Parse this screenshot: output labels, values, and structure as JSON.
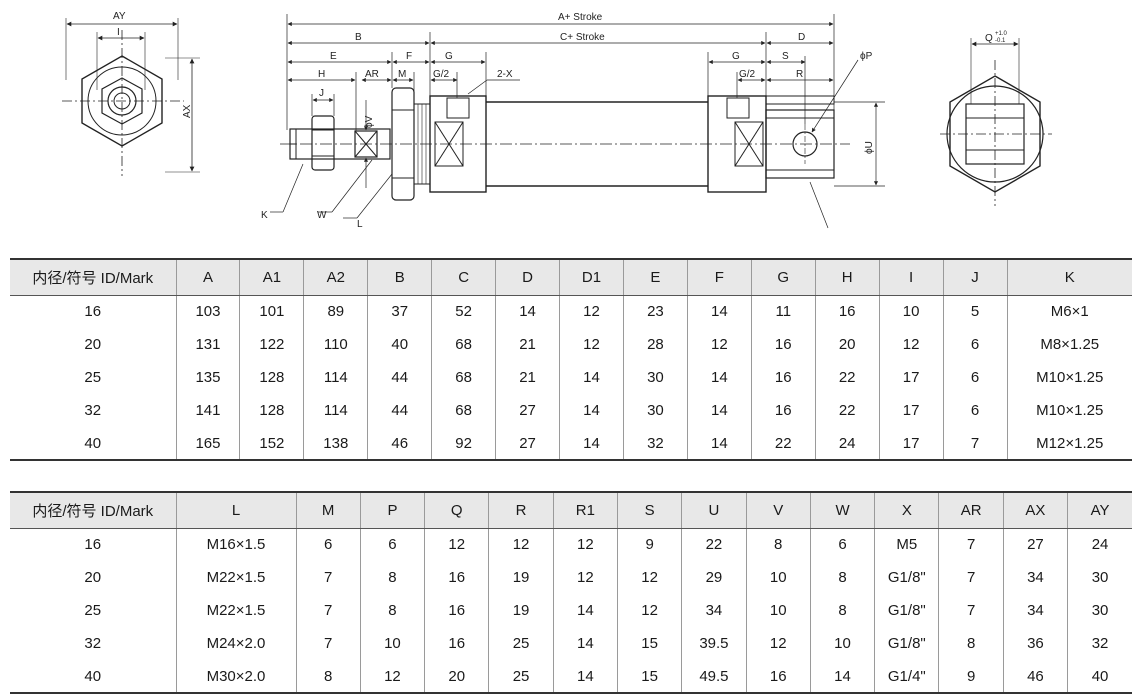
{
  "drawing": {
    "labels": {
      "ay": "AY",
      "i": "I",
      "ax": "AX",
      "a_stroke": "A+ Stroke",
      "c_stroke": "C+ Stroke",
      "b": "B",
      "d": "D",
      "e": "E",
      "f": "F",
      "g": "G",
      "g2": "G/2",
      "two_x": "2-X",
      "h": "H",
      "ar": "AR",
      "m": "M",
      "j": "J",
      "phi_v": "ϕV",
      "s": "S",
      "r": "R",
      "phi_p": "ϕP",
      "phi_u": "ϕU",
      "k": "K",
      "w": "W",
      "l": "L",
      "q": "Q",
      "q_tol_upper": "+1.0",
      "q_tol_lower": "-0.1"
    }
  },
  "table1": {
    "headers": [
      "内径/符号 ID/Mark",
      "A",
      "A1",
      "A2",
      "B",
      "C",
      "D",
      "D1",
      "E",
      "F",
      "G",
      "H",
      "I",
      "J",
      "K"
    ],
    "rows": [
      [
        "16",
        "103",
        "101",
        "89",
        "37",
        "52",
        "14",
        "12",
        "23",
        "14",
        "11",
        "16",
        "10",
        "5",
        "M6×1"
      ],
      [
        "20",
        "131",
        "122",
        "110",
        "40",
        "68",
        "21",
        "12",
        "28",
        "12",
        "16",
        "20",
        "12",
        "6",
        "M8×1.25"
      ],
      [
        "25",
        "135",
        "128",
        "114",
        "44",
        "68",
        "21",
        "14",
        "30",
        "14",
        "16",
        "22",
        "17",
        "6",
        "M10×1.25"
      ],
      [
        "32",
        "141",
        "128",
        "114",
        "44",
        "68",
        "27",
        "14",
        "30",
        "14",
        "16",
        "22",
        "17",
        "6",
        "M10×1.25"
      ],
      [
        "40",
        "165",
        "152",
        "138",
        "46",
        "92",
        "27",
        "14",
        "32",
        "14",
        "22",
        "24",
        "17",
        "7",
        "M12×1.25"
      ]
    ]
  },
  "table2": {
    "headers": [
      "内径/符号 ID/Mark",
      "L",
      "M",
      "P",
      "Q",
      "R",
      "R1",
      "S",
      "U",
      "V",
      "W",
      "X",
      "AR",
      "AX",
      "AY"
    ],
    "rows": [
      [
        "16",
        "M16×1.5",
        "6",
        "6",
        "12",
        "12",
        "12",
        "9",
        "22",
        "8",
        "6",
        "M5",
        "7",
        "27",
        "24"
      ],
      [
        "20",
        "M22×1.5",
        "7",
        "8",
        "16",
        "19",
        "12",
        "12",
        "29",
        "10",
        "8",
        "G1/8\"",
        "7",
        "34",
        "30"
      ],
      [
        "25",
        "M22×1.5",
        "7",
        "8",
        "16",
        "19",
        "14",
        "12",
        "34",
        "10",
        "8",
        "G1/8\"",
        "7",
        "34",
        "30"
      ],
      [
        "32",
        "M24×2.0",
        "7",
        "10",
        "16",
        "25",
        "14",
        "15",
        "39.5",
        "12",
        "10",
        "G1/8\"",
        "8",
        "36",
        "32"
      ],
      [
        "40",
        "M30×2.0",
        "8",
        "12",
        "20",
        "25",
        "14",
        "15",
        "49.5",
        "16",
        "14",
        "G1/4\"",
        "9",
        "46",
        "40"
      ]
    ]
  }
}
